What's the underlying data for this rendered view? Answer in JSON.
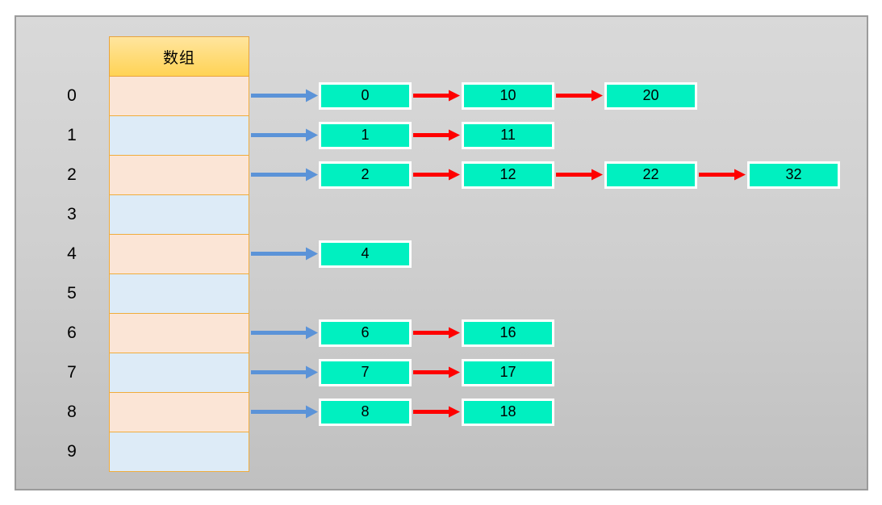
{
  "diagram": {
    "array_label": "数组",
    "indices": [
      "0",
      "1",
      "2",
      "3",
      "4",
      "5",
      "6",
      "7",
      "8",
      "9"
    ],
    "buckets": [
      {
        "index": "0",
        "chain": [
          "0",
          "10",
          "20"
        ]
      },
      {
        "index": "1",
        "chain": [
          "1",
          "11"
        ]
      },
      {
        "index": "2",
        "chain": [
          "2",
          "12",
          "22",
          "32"
        ]
      },
      {
        "index": "3",
        "chain": []
      },
      {
        "index": "4",
        "chain": [
          "4"
        ]
      },
      {
        "index": "5",
        "chain": []
      },
      {
        "index": "6",
        "chain": [
          "6",
          "16"
        ]
      },
      {
        "index": "7",
        "chain": [
          "7",
          "17"
        ]
      },
      {
        "index": "8",
        "chain": [
          "8",
          "18"
        ]
      },
      {
        "index": "9",
        "chain": []
      }
    ],
    "colors": {
      "page_bg": "#FFFFFF",
      "panel_fill_top": "#D9D9D9",
      "panel_fill_bottom": "#C0C0C0",
      "panel_border": "#9B9B9B",
      "header_fill_top": "#FFE59E",
      "header_fill_bottom": "#FFD355",
      "header_border": "#E8A33D",
      "cell_border": "#F0AC3C",
      "cell_fill_peach": "#FBE5D6",
      "cell_fill_blue": "#DDEBF7",
      "node_fill": "#00F0C0",
      "node_border": "#FFFFFF",
      "head_arrow": "#5B93D8",
      "next_arrow": "#FF0000",
      "text": "#000000"
    }
  }
}
